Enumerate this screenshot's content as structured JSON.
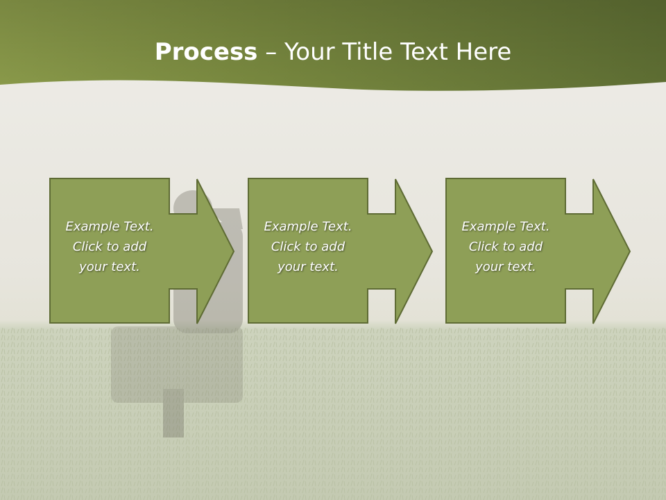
{
  "title": {
    "bold": "Process",
    "rest": " – Your Title Text Here"
  },
  "steps": [
    {
      "text": "Example Text.\nClick  to add\nyour text."
    },
    {
      "text": "Example Text.\nClick  to add\nyour text."
    },
    {
      "text": "Example Text.\nClick  to add\nyour text."
    }
  ],
  "colors": {
    "banner_dark": "#5b6b32",
    "banner_light": "#8a9a4a",
    "box_fill": "#8e9f57",
    "box_stroke": "#5e6b34",
    "sky": "#eceae4",
    "grass": "#c9cfb9"
  },
  "background": {
    "description_icon": "person-in-grass-field-photo"
  }
}
